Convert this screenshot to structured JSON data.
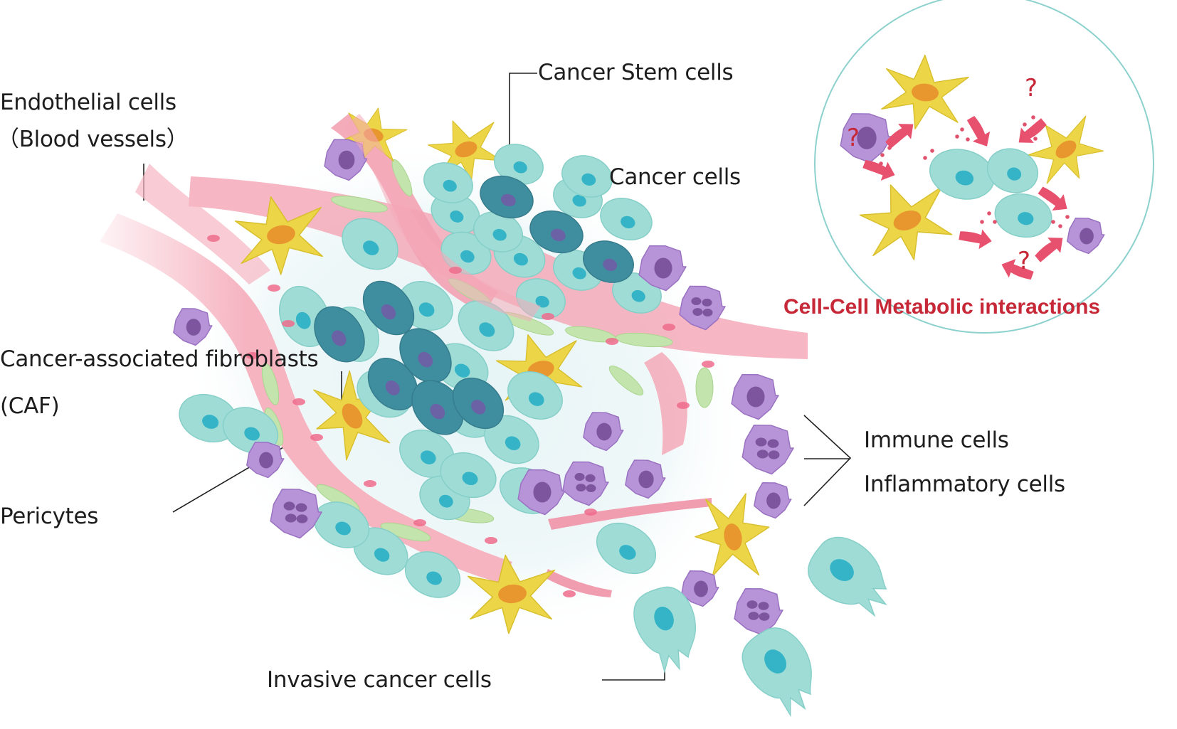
{
  "labels": {
    "endothelial_title": "Endothelial cells",
    "endothelial_sub": "（Blood vessels）",
    "cancer_stem": "Cancer Stem cells",
    "cancer_cells": "Cancer cells",
    "caf_title": "Cancer-associated fibroblasts",
    "caf_sub": "(CAF)",
    "pericytes": "Pericytes",
    "immune": "Immune cells",
    "inflammatory": "Inflammatory cells",
    "invasive": "Invasive cancer cells"
  },
  "inset": {
    "title": "Cell-Cell Metabolic interactions",
    "question_mark": "?"
  },
  "colors": {
    "cancer_cell": "#9fdcd6",
    "cancer_nucleus": "#34b4c6",
    "stem_cell": "#3f8ea0",
    "stem_nucleus": "#6b62a6",
    "immune_cell": "#b793d8",
    "immune_nucleus": "#7d559e",
    "caf_cell": "#ecd546",
    "caf_nucleus": "#e8962e",
    "vessel": "#f4a7b6",
    "pericyte": "#bfe2aa",
    "arrow": "#e8516d",
    "title_red": "#c62837"
  }
}
